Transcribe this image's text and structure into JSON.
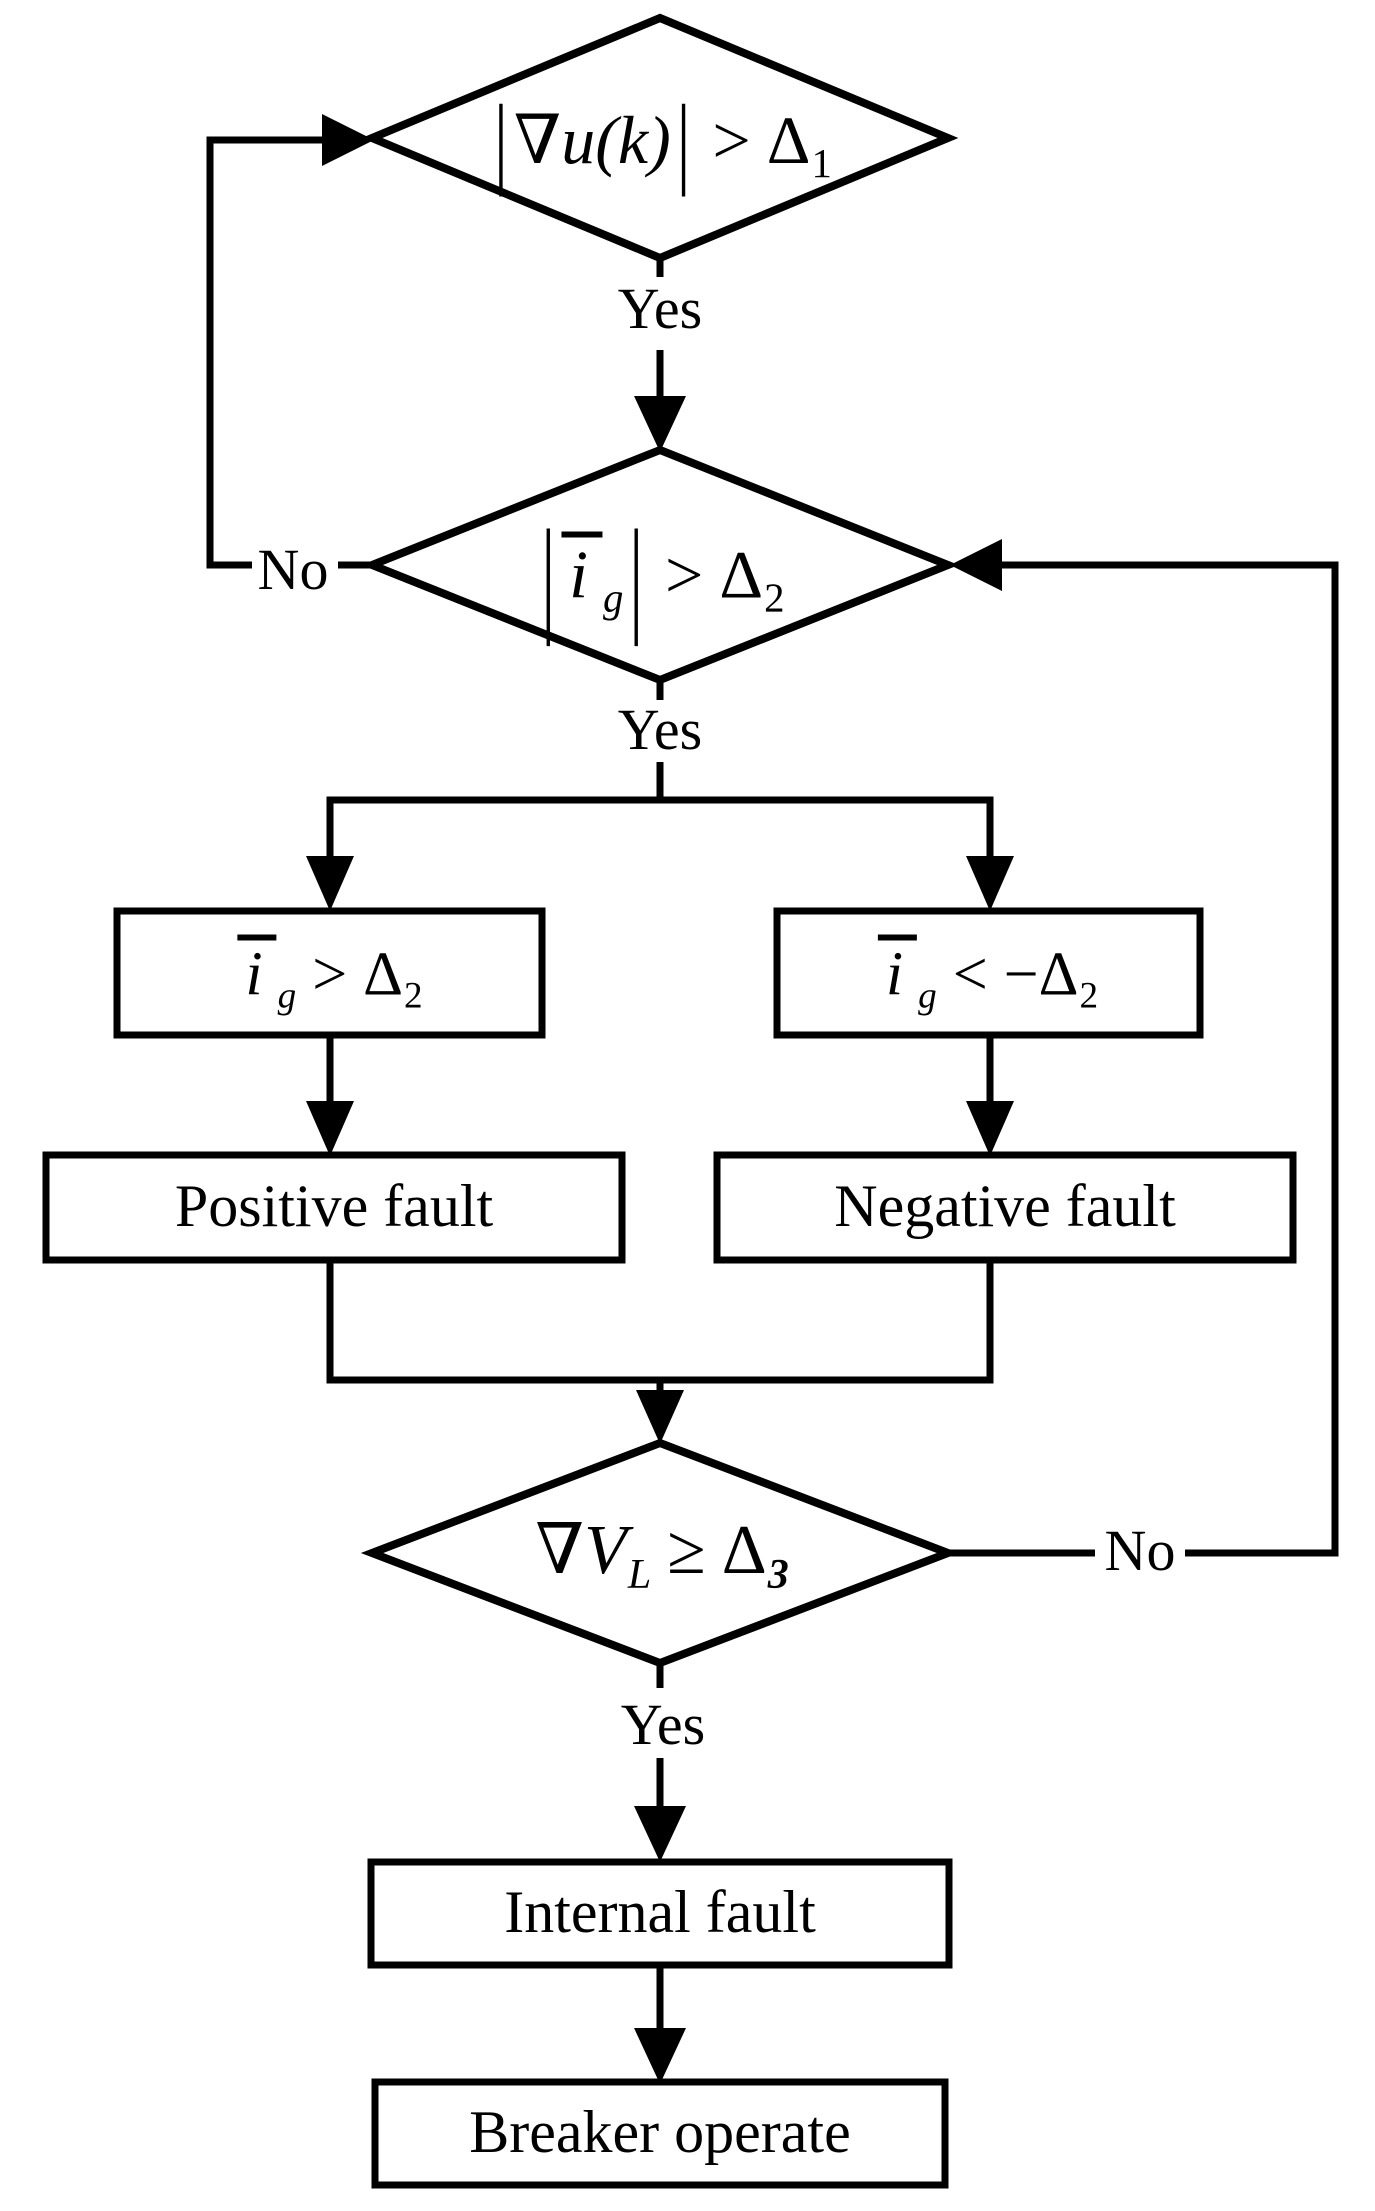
{
  "page": {
    "background": "#ffffff",
    "line_color": "#000000"
  },
  "nodes": {
    "decision1": {
      "bar_open": "|",
      "nabla": "∇",
      "expr": "u(k)",
      "bar_close": "|",
      "op": ">",
      "delta": "Δ",
      "sub": "1"
    },
    "decision2": {
      "bar_open": "|",
      "var": "i",
      "var_sub": "g",
      "bar_close": "|",
      "op": ">",
      "delta": "Δ",
      "sub": "2"
    },
    "cond_positive": {
      "var": "i",
      "var_sub": "g",
      "op": ">",
      "delta": "Δ",
      "sub": "2"
    },
    "cond_negative": {
      "var": "i",
      "var_sub": "g",
      "op": "<",
      "minus": "−",
      "delta": "Δ",
      "sub": "2"
    },
    "box_positive": {
      "label": "Positive fault"
    },
    "box_negative": {
      "label": "Negative fault"
    },
    "decision3": {
      "nabla": "∇",
      "var": "V",
      "var_sub": "L",
      "op": "≥",
      "delta": "Δ",
      "sub": "3"
    },
    "box_internal": {
      "label": "Internal fault"
    },
    "box_breaker": {
      "label": "Breaker operate"
    }
  },
  "edges": {
    "yes1": "Yes",
    "no1": "No",
    "yes2": "Yes",
    "no2": "No",
    "yes3": "Yes"
  }
}
